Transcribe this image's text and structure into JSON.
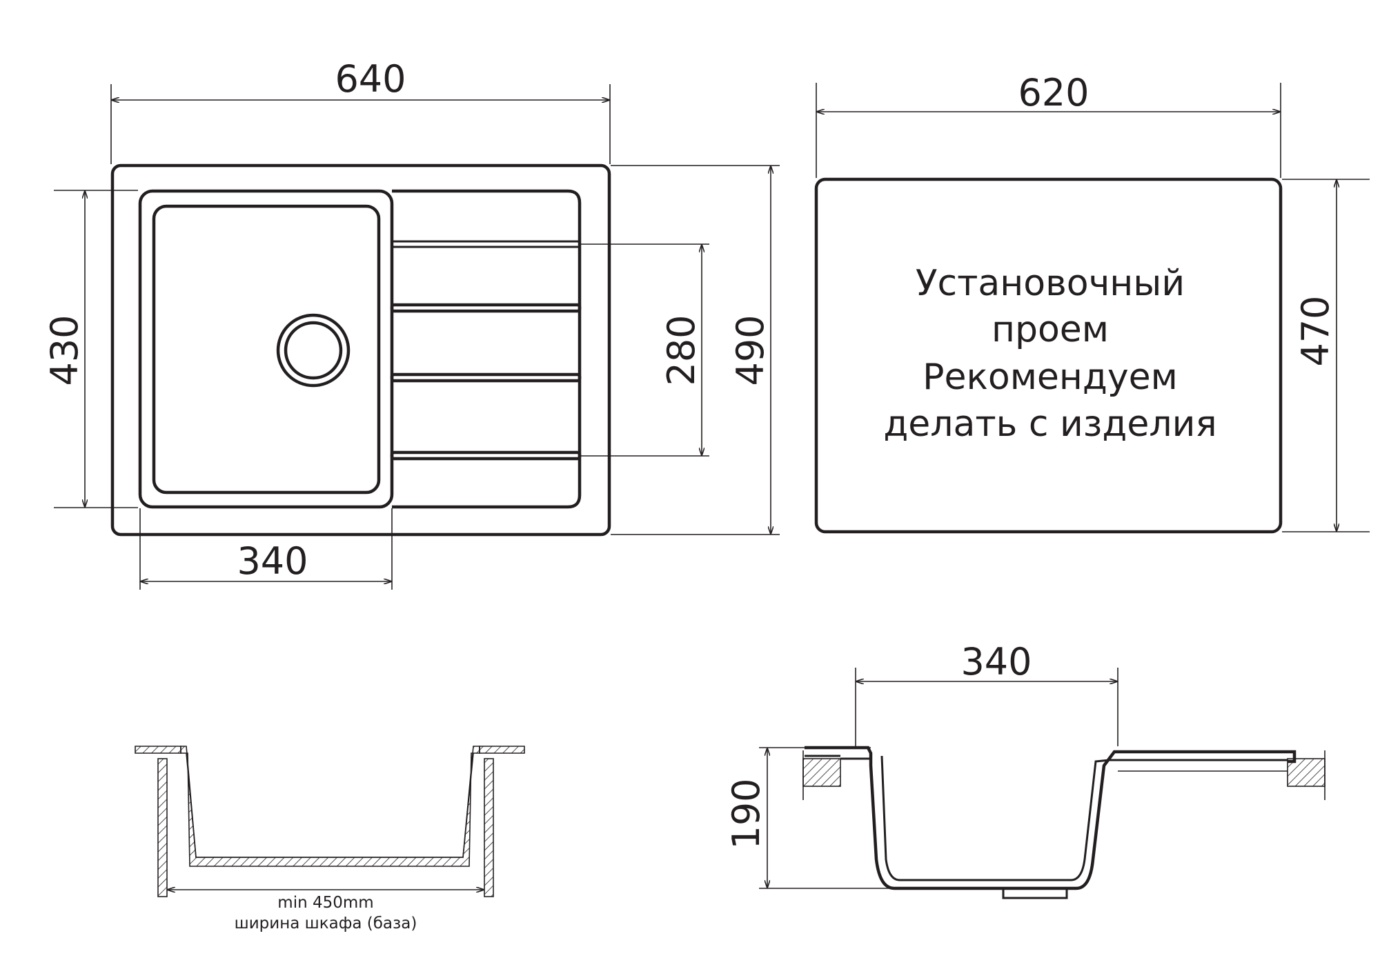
{
  "dimensions": {
    "top_left_width": "640",
    "top_left_height_outer": "490",
    "top_left_height_inner": "430",
    "drainboard_pitch": "280",
    "bowl_width": "340",
    "cutout_width": "620",
    "cutout_height": "470",
    "side_bowl_width": "340",
    "side_depth": "190"
  },
  "cutout_note": {
    "line1": "Установочный",
    "line2": "проем",
    "line3": "Рекомендуем",
    "line4": "делать с изделия"
  },
  "cabinet_note": {
    "line1": "min 450mm",
    "line2": "ширина шкафа (база)"
  },
  "colors": {
    "ink": "#231f20",
    "background": "#ffffff"
  }
}
